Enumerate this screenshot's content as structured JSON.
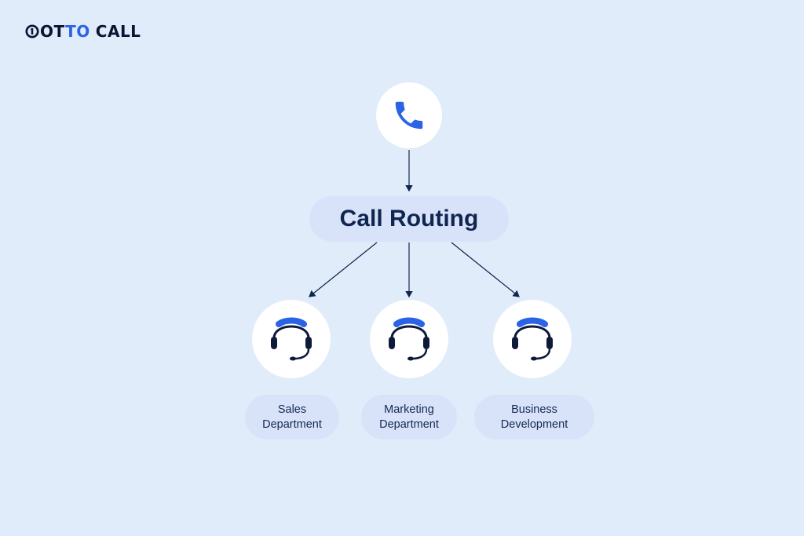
{
  "brand": {
    "logo_prefix": "O",
    "logo_tto_t": "T",
    "logo_tto_to": "TO",
    "logo_call": "CALL",
    "accent": "#2a63e6",
    "dark": "#0b1433"
  },
  "diagram": {
    "source_icon": "phone-icon",
    "hub_label": "Call Routing",
    "agent_icon": "headset-icon",
    "departments": [
      {
        "label": "Sales\nDepartment"
      },
      {
        "label": "Marketing\nDepartment"
      },
      {
        "label": "Business\nDevelopment"
      }
    ]
  },
  "colors": {
    "background": "#e1ecfa",
    "pill": "#d8e3fa",
    "text": "#10264f",
    "icon_blue": "#2a63e6",
    "headset_dark": "#0e1a3a"
  }
}
